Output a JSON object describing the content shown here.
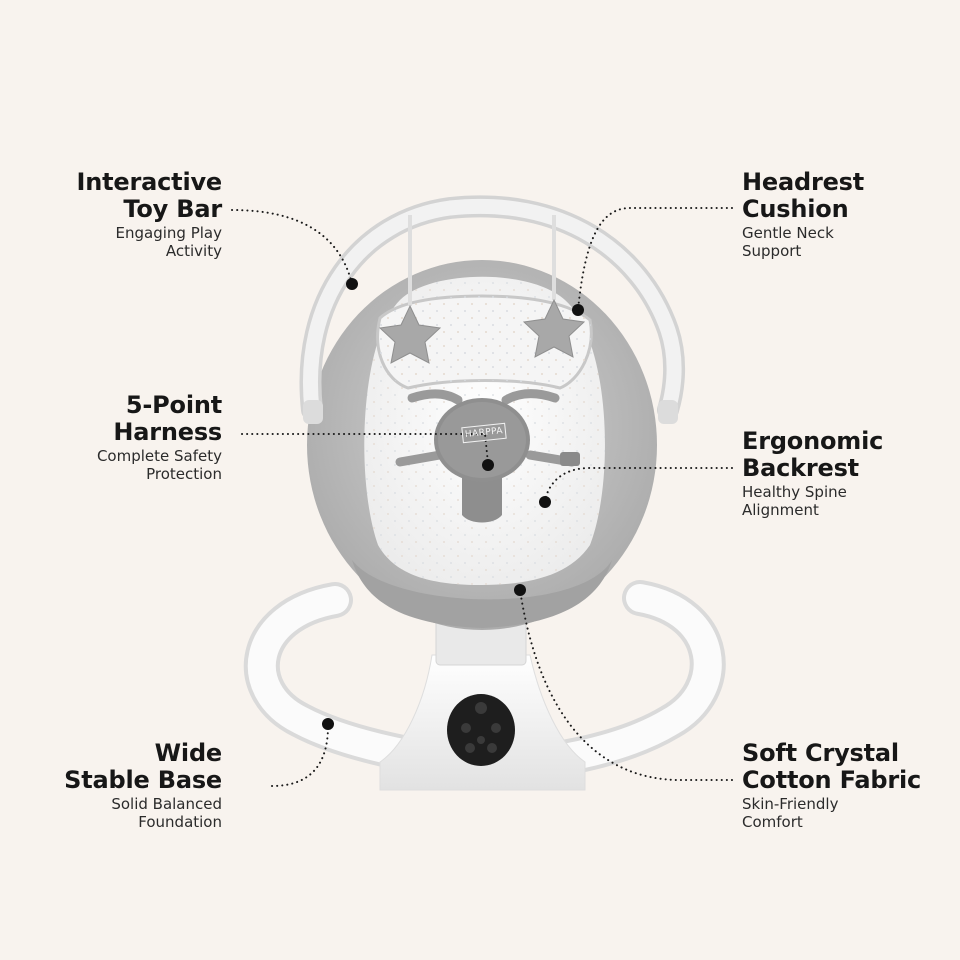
{
  "product": {
    "brand_label": "HARPPA"
  },
  "features": {
    "toy_bar": {
      "title": "Interactive\nToy Bar",
      "subtitle": "Engaging Play\nActivity"
    },
    "harness": {
      "title": "5-Point\nHarness",
      "subtitle": "Complete Safety\nProtection"
    },
    "base": {
      "title": "Wide\nStable Base",
      "subtitle": "Solid Balanced\nFoundation"
    },
    "headrest": {
      "title": "Headrest\nCushion",
      "subtitle": "Gentle Neck\nSupport"
    },
    "backrest": {
      "title": "Ergonomic\nBackrest",
      "subtitle": "Healthy Spine\nAlignment"
    },
    "fabric": {
      "title": "Soft Crystal\nCotton Fabric",
      "subtitle": "Skin-Friendly\nComfort"
    }
  },
  "colors": {
    "background": "#f8f3ee",
    "text": "#171717",
    "leader": "#1a1a1a",
    "fabric_gray": "#b9b9b9",
    "frame_white": "#f4f4f4"
  }
}
